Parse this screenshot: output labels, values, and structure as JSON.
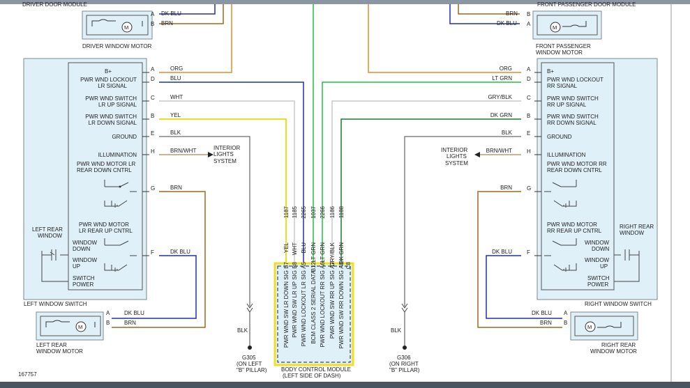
{
  "title_left_top": "DRIVER DOOR MODULE",
  "title_right_top": "FRONT PASSENGER DOOR MODULE",
  "figure_number": "167757",
  "colors": {
    "orange": "#e48a2a",
    "brown": "#9a6a1e",
    "blue": "#2030a0",
    "yellow": "#e8e020",
    "white": "#c8c8c8",
    "black": "#444444",
    "green": "#20c040",
    "dkgreen": "#1a7a30",
    "highlight": "#f0e020",
    "box": "#dff0f8"
  },
  "driver_motor": {
    "label": "DRIVER WINDOW MOTOR",
    "pins": [
      {
        "pin": "A",
        "wire": "DK BLU"
      },
      {
        "pin": "B",
        "wire": "BRN"
      }
    ]
  },
  "pass_motor": {
    "label1": "FRONT PASSENGER",
    "label2": "WINDOW MOTOR",
    "pins": [
      {
        "pin": "B",
        "wire": "BRN"
      },
      {
        "pin": "A",
        "wire": "DK BLU"
      }
    ]
  },
  "left_switch": {
    "label": "LEFT WINDOW SWITCH",
    "pins": [
      {
        "pin": "A",
        "wire": "ORG",
        "name": "B+"
      },
      {
        "pin": "D",
        "wire": "BLU",
        "name": "PWR WND LOCKOUT"
      },
      {
        "pin": "C",
        "wire": "WHT",
        "name": "PWR WND SWITCH"
      },
      {
        "pin": "B",
        "wire": "YEL",
        "name": "PWR WND SWITCH"
      },
      {
        "pin": "E",
        "wire": "BLK",
        "name": "GROUND"
      },
      {
        "pin": "H",
        "wire": "BRN/WHT",
        "name": "ILLUMINATION"
      },
      {
        "pin": "G",
        "wire": "BRN",
        "name": "PWR WND MOTOR LR"
      },
      {
        "pin": "F",
        "wire": "DK BLU",
        "name": "PWR WND MOTOR"
      }
    ],
    "sub": {
      "lockout2": "LR SIGNAL",
      "up2": "LR UP SIGNAL",
      "down2": "LR DOWN SIGNAL",
      "rear_down": "REAR DOWN CNTRL",
      "rear_up": "LR REAR UP CNTRL",
      "window_down": "WINDOW",
      "window_down2": "DOWN",
      "window_up": "WINDOW",
      "window_up2": "UP",
      "switch": "SWITCH",
      "power": "POWER",
      "left_rear": "LEFT REAR",
      "window": "WINDOW"
    }
  },
  "right_switch": {
    "label": "RIGHT WINDOW SWITCH",
    "pins": [
      {
        "pin": "A",
        "wire": "ORG",
        "name": "B+"
      },
      {
        "pin": "D",
        "wire": "LT GRN",
        "name": "PWR WND LOCKOUT"
      },
      {
        "pin": "C",
        "wire": "GRY/BLK",
        "name": "PWR WND SWITCH"
      },
      {
        "pin": "B",
        "wire": "DK GRN",
        "name": "PWR WND SWITCH"
      },
      {
        "pin": "E",
        "wire": "BLK",
        "name": "GROUND"
      },
      {
        "pin": "H",
        "wire": "BRN/WHT",
        "name": "ILLUMINATION"
      },
      {
        "pin": "G",
        "wire": "BRN",
        "name": "PWR WND MOTOR RR"
      },
      {
        "pin": "F",
        "wire": "DK BLU",
        "name": "PWR WND MOTOR"
      }
    ],
    "sub": {
      "lockout2": "RR SIGNAL",
      "up2": "RR UP SIGNAL",
      "down2": "RR DOWN SIGNAL",
      "rear_down": "REAR DOWN CNTRL",
      "rear_up": "RR REAR UP CNTRL",
      "window_down": "WINDOW",
      "window_down2": "DOWN",
      "window_up": "WINDOW",
      "window_up2": "UP",
      "switch": "SWITCH",
      "power": "POWER",
      "right_rear": "RIGHT REAR",
      "window": "WINDOW"
    }
  },
  "interior_lights": [
    "INTERIOR",
    "LIGHTS",
    "SYSTEM"
  ],
  "left_rear_motor": {
    "label1": "LEFT REAR",
    "label2": "WINDOW MOTOR",
    "pins": [
      {
        "pin": "A",
        "wire": "DK BLU"
      },
      {
        "pin": "B",
        "wire": "BRN"
      }
    ]
  },
  "right_rear_motor": {
    "label1": "RIGHT REAR",
    "label2": "WINDOW MOTOR",
    "pins": [
      {
        "pin": "A",
        "wire": "DK BLU"
      },
      {
        "pin": "B",
        "wire": "BRN"
      }
    ]
  },
  "ground_left": {
    "wire": "BLK",
    "id": "G305",
    "loc1": "(ON LEFT",
    "loc2": "\"B\" PILLAR)"
  },
  "ground_right": {
    "wire": "BLK",
    "id": "G306",
    "loc1": "(ON RIGHT",
    "loc2": "\"B\" PILLAR)"
  },
  "bcm": {
    "label1": "BODY CONTROL MODULE",
    "label2": "(LEFT SIDE OF DASH)",
    "pins": [
      {
        "circuit": "1187",
        "color": "YEL",
        "pin": "B7",
        "name": "PWR WND SW LR DOWN SIG"
      },
      {
        "circuit": "1185",
        "color": "WHT",
        "pin": "B8",
        "name": "PWR WND SW LR UP SIG"
      },
      {
        "circuit": "2265",
        "color": "BLU",
        "pin": "A5",
        "name": "PWR WND LOCKOUT LR SIG"
      },
      {
        "circuit": "1037",
        "color": "LT GRN",
        "pin": "B12",
        "name": "BCM CLASS 2 SERIAL DATA"
      },
      {
        "circuit": "2266",
        "color": "LT GRN",
        "pin": "A6",
        "name": "PWR WND LOCKOUT RR SIG"
      },
      {
        "circuit": "1186",
        "color": "GRY/BLK",
        "pin": "A7",
        "name": "PWR WND SW RR UP SIG"
      },
      {
        "circuit": "1188",
        "color": "DK GRN",
        "pin": "A8",
        "name": "PWR WND SW RR DOWN SIG"
      },
      {
        "circuit": "",
        "color": "",
        "pin": "C8",
        "name": ""
      }
    ]
  }
}
